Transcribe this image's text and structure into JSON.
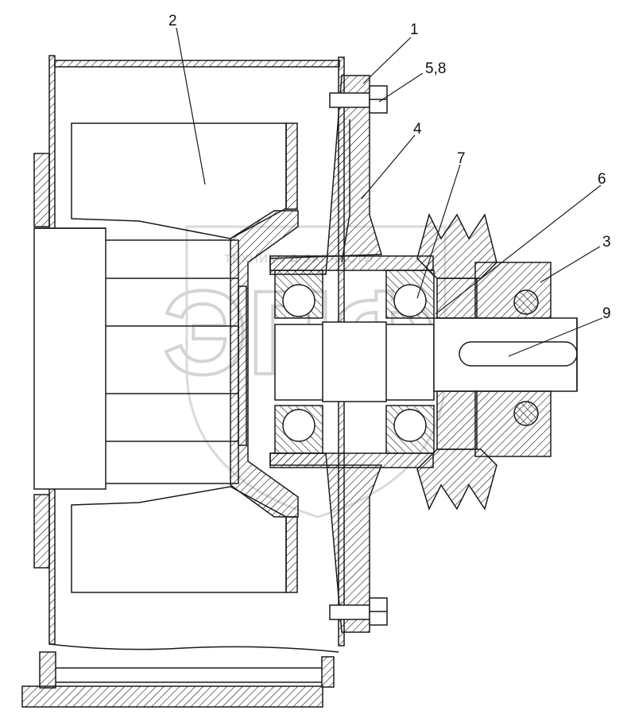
{
  "labels": {
    "l1": "1",
    "l2": "2",
    "l3": "3",
    "l4": "4",
    "l58": "5,8",
    "l6": "6",
    "l7": "7",
    "l9": "9"
  },
  "watermark": {
    "caption": "ТЕХНИКА ✿ ЗАПЧАСТИ",
    "logo": "ЭПФ"
  },
  "colors": {
    "line": "#1a1a1a",
    "hatch": "#1a1a1a",
    "watermark": "#d0d0d0"
  }
}
